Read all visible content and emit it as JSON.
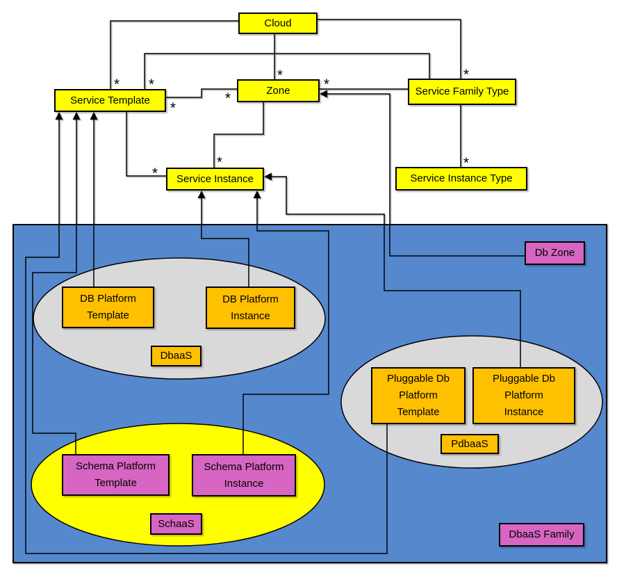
{
  "diagram": {
    "title_hint": "Cloud service family / DbaaS family class diagram",
    "multiplicity": "*",
    "colors": {
      "box_yellow": "#ffff00",
      "box_orange": "#ffc000",
      "box_pink": "#d666c2",
      "region_blue": "#5588cd",
      "ellipse_gray": "#d9d9d9",
      "ellipse_yellow": "#ffff00",
      "line_black": "#000000",
      "background": "#ffffff"
    },
    "nodes": {
      "cloud": {
        "label": "Cloud"
      },
      "service_template": {
        "label": "Service Template"
      },
      "zone": {
        "label": "Zone"
      },
      "service_family_type": {
        "label": "Service Family Type"
      },
      "service_instance": {
        "label": "Service Instance"
      },
      "service_instance_type": {
        "label": "Service Instance Type"
      },
      "db_zone": {
        "label": "Db Zone"
      },
      "dbaas_family": {
        "label": "DbaaS Family"
      },
      "db_platform_template": {
        "line1": "DB Platform",
        "line2": "Template"
      },
      "db_platform_instance": {
        "line1": "DB Platform",
        "line2": "Instance"
      },
      "dbaas": {
        "label": "DbaaS"
      },
      "pluggable_db_platform_template": {
        "line1": "Pluggable Db",
        "line2": "Platform",
        "line3": "Template"
      },
      "pluggable_db_platform_instance": {
        "line1": "Pluggable Db",
        "line2": "Platform",
        "line3": "Instance"
      },
      "pdbaas": {
        "label": "PdbaaS"
      },
      "schema_platform_template": {
        "line1": "Schema Platform",
        "line2": "Template"
      },
      "schema_platform_instance": {
        "line1": "Schema Platform",
        "line2": "Instance"
      },
      "schaas": {
        "label": "SchaaS"
      }
    },
    "groups": {
      "dbaas_ellipse": {
        "label": "DbaaS",
        "members": [
          "DB Platform Template",
          "DB Platform Instance"
        ]
      },
      "pdbaas_ellipse": {
        "label": "PdbaaS",
        "members": [
          "Pluggable Db Platform Template",
          "Pluggable Db Platform Instance"
        ]
      },
      "schaas_ellipse": {
        "label": "SchaaS",
        "members": [
          "Schema Platform Template",
          "Schema Platform Instance"
        ]
      },
      "dbaas_family_region": {
        "label": "DbaaS Family",
        "members": [
          "Db Zone",
          "DbaaS",
          "PdbaaS",
          "SchaaS"
        ]
      }
    },
    "relations": [
      {
        "a": "Cloud",
        "b": "Service Template",
        "b_label": "*",
        "type": "association"
      },
      {
        "a": "Cloud",
        "b": "Zone",
        "b_label": "*",
        "type": "association"
      },
      {
        "a": "Cloud",
        "b": "Service Family Type",
        "b_label": "*",
        "type": "association"
      },
      {
        "a": "Service Template",
        "b": "Service Family Type",
        "a_label": "*",
        "type": "association"
      },
      {
        "a": "Service Template",
        "b": "Zone",
        "a_label": "*",
        "b_label": "*",
        "type": "association"
      },
      {
        "a": "Zone",
        "b": "Service Family Type",
        "a_label": "*",
        "type": "association"
      },
      {
        "a": "Zone",
        "b": "Service Instance",
        "b_label": "*",
        "type": "association"
      },
      {
        "a": "Service Template",
        "b": "Service Instance",
        "b_label": "*",
        "type": "association"
      },
      {
        "a": "Service Family Type",
        "b": "Service Instance Type",
        "b_label": "*",
        "type": "association"
      },
      {
        "a": "Db Zone",
        "b": "Zone",
        "type": "arrow"
      },
      {
        "a": "DB Platform Template",
        "b": "Service Template",
        "type": "arrow"
      },
      {
        "a": "DB Platform Instance",
        "b": "Service Instance",
        "type": "arrow"
      },
      {
        "a": "Schema Platform Template",
        "b": "Service Template",
        "type": "arrow"
      },
      {
        "a": "Schema Platform Instance",
        "b": "Service Instance",
        "type": "arrow"
      },
      {
        "a": "Pluggable Db Platform Template",
        "b": "Service Template",
        "type": "arrow"
      },
      {
        "a": "Pluggable Db Platform Instance",
        "b": "Service Instance",
        "type": "arrow"
      }
    ]
  }
}
